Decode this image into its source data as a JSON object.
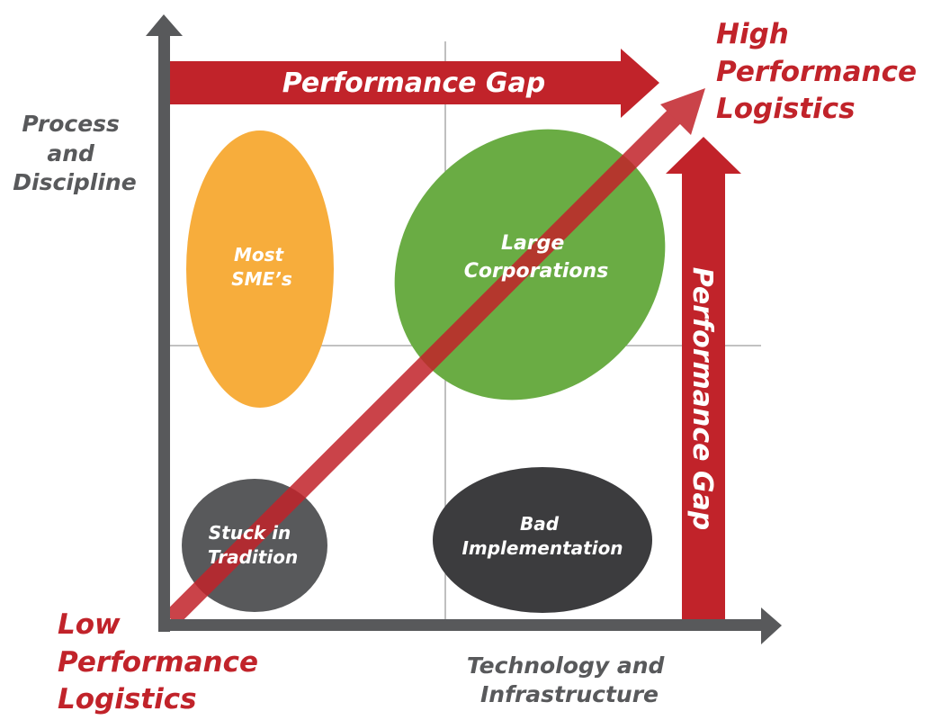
{
  "axes": {
    "y_label": [
      "Process",
      "and",
      "Discipline"
    ],
    "x_label": [
      "Technology and",
      "Infrastructure"
    ]
  },
  "corners": {
    "high": [
      "High",
      "Performance",
      "Logistics"
    ],
    "low": [
      "Low",
      "Performance",
      "Logistics"
    ]
  },
  "gaps": {
    "horizontal": "Performance Gap",
    "vertical": "Performance Gap"
  },
  "quadrants": {
    "top_left": [
      "Most",
      "SME’s"
    ],
    "top_right": [
      "Large",
      "Corporations"
    ],
    "bottom_left": [
      "Stuck in",
      "Tradition"
    ],
    "bottom_right": [
      "Bad",
      "Implementation"
    ]
  },
  "colors": {
    "red": "#c1232a",
    "axis_gray": "#58595b",
    "orange": "#f7ad3c",
    "green": "#6aac44",
    "dark": "#3c3c3e"
  }
}
